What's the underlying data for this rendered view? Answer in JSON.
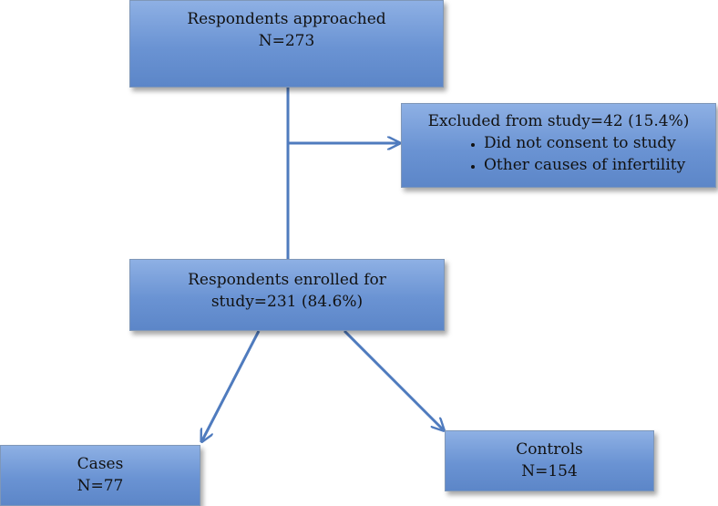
{
  "boxes": {
    "approached": {
      "title": "Respondents approached",
      "count": "N=273"
    },
    "excluded": {
      "title": "Excluded from study=42 (15.4%)",
      "reasons": [
        "Did not consent to study",
        "Other causes of infertility"
      ]
    },
    "enrolled": {
      "line1": "Respondents enrolled for",
      "line2": "study=231 (84.6%)"
    },
    "cases": {
      "title": "Cases",
      "count": "N=77"
    },
    "controls": {
      "title": "Controls",
      "count": "N=154"
    }
  },
  "colors": {
    "box_fill_top": "#8eb0e4",
    "box_fill_bottom": "#5c86c8",
    "box_border": "#7f97b8",
    "connector": "#4f7bbe"
  }
}
